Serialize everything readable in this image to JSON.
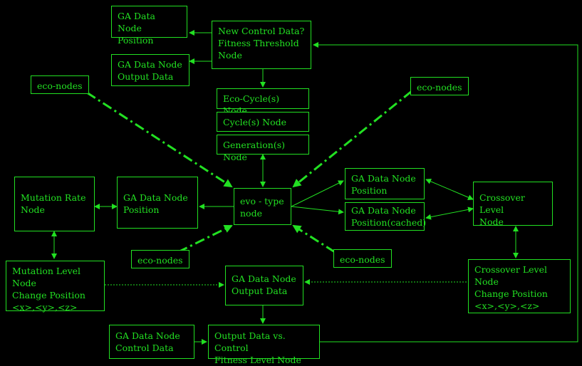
{
  "nodes": {
    "ga_pos_top": "GA Data Node\nPosition",
    "ga_out_top": "GA Data Node\nOutput Data",
    "new_control": "New Control Data?\nFitness Threshold\nNode",
    "eco_left_top": "eco-nodes",
    "eco_right_top": "eco-nodes",
    "eco_cycle": "Eco-Cycle(s) Node",
    "cycle": "Cycle(s) Node",
    "generation": "Generation(s) Node",
    "mutation_rate": "Mutation Rate\nNode",
    "ga_pos_left": "GA Data Node\nPosition",
    "evo": "evo - type\nnode",
    "ga_pos_right": "GA Data Node\nPosition",
    "ga_pos_cached": "GA Data Node\nPosition(cached)",
    "crossover": "Crossover Level\nNode",
    "eco_left_bottom": "eco-nodes",
    "eco_right_bottom": "eco-nodes",
    "mutation_level": "Mutation Level Node\nChange Position\n<x>,<y>,<z>",
    "ga_out_mid": "GA Data Node\nOutput Data",
    "crossover_level": "Crossover Level Node\nChange Position\n<x>,<y>,<z>",
    "ga_control": "GA Data Node\nControl Data",
    "output_vs_control": "Output Data vs. Control\nFitness Level Node"
  },
  "colors": {
    "line": "#22e022",
    "background": "#000000"
  }
}
